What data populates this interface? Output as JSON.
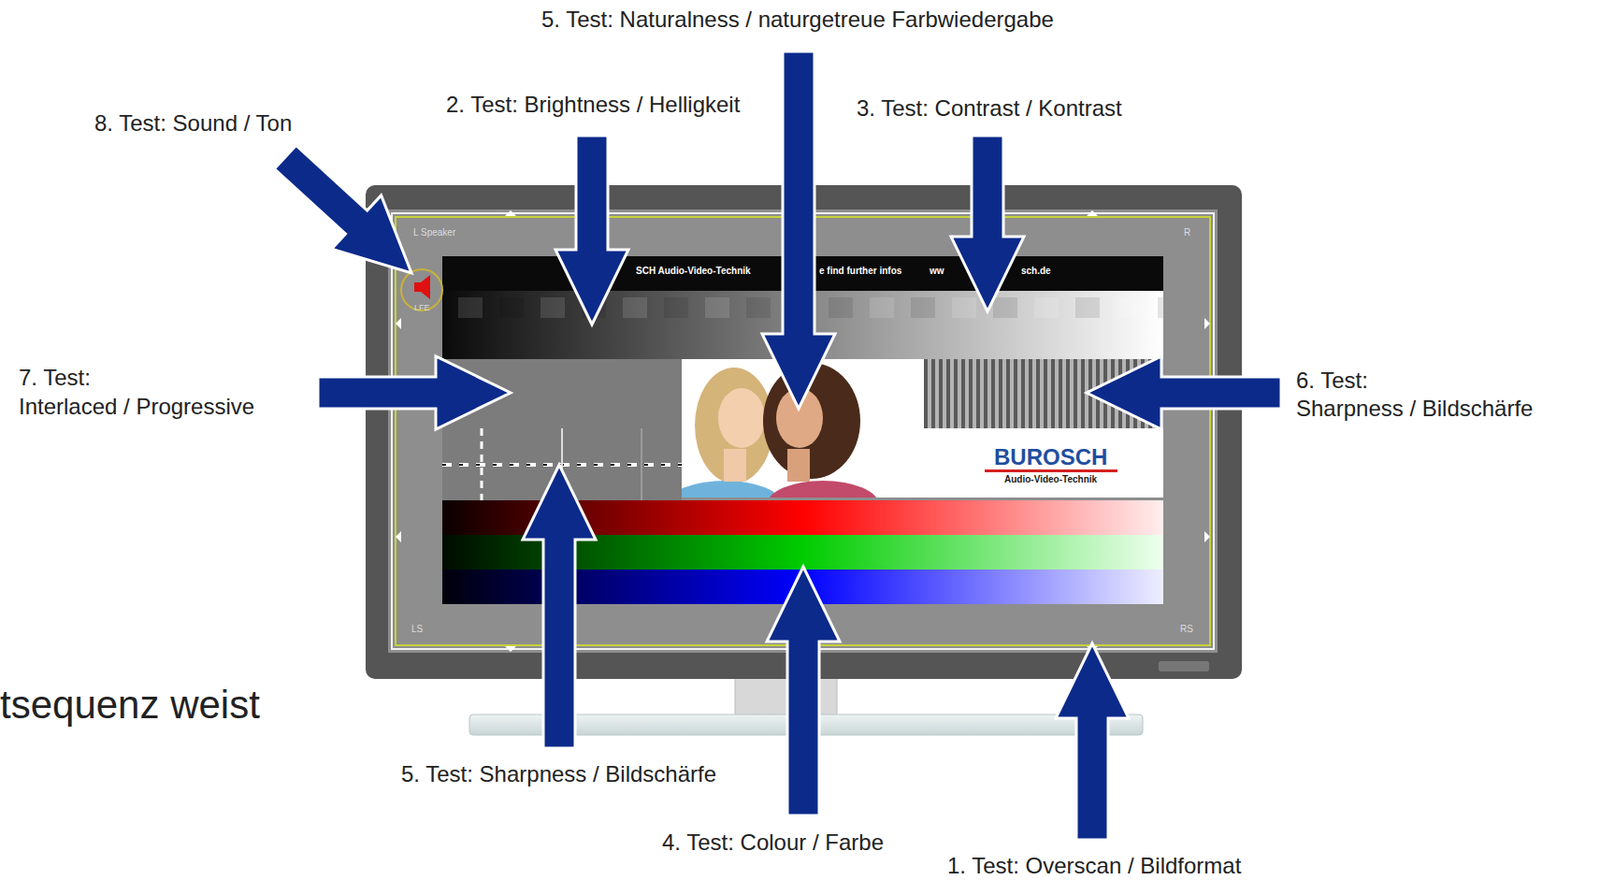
{
  "diagram": {
    "labels": [
      "5. Test: Naturalness / naturgetreue Farbwiedergabe",
      "8. Test: Sound / Ton",
      "2. Test: Brightness / Helligkeit",
      "3. Test: Contrast / Kontrast",
      "7. Test: Interlaced / Progressive",
      "6. Test: Sharpness / Bildschärfe",
      "5. Test: Sharpness / Bildschärfe",
      "4. Test: Colour / Farbe",
      "1. Test: Overscan / Bildformat",
      "tsequenz weist",
      "L Speaker",
      "R",
      "LFE",
      "LS",
      "RS",
      "SCH Audio-Video-Technik",
      "e find further infos",
      "ww",
      "sch.de",
      "BUROSCH",
      "Audio-Video-Technik"
    ]
  }
}
